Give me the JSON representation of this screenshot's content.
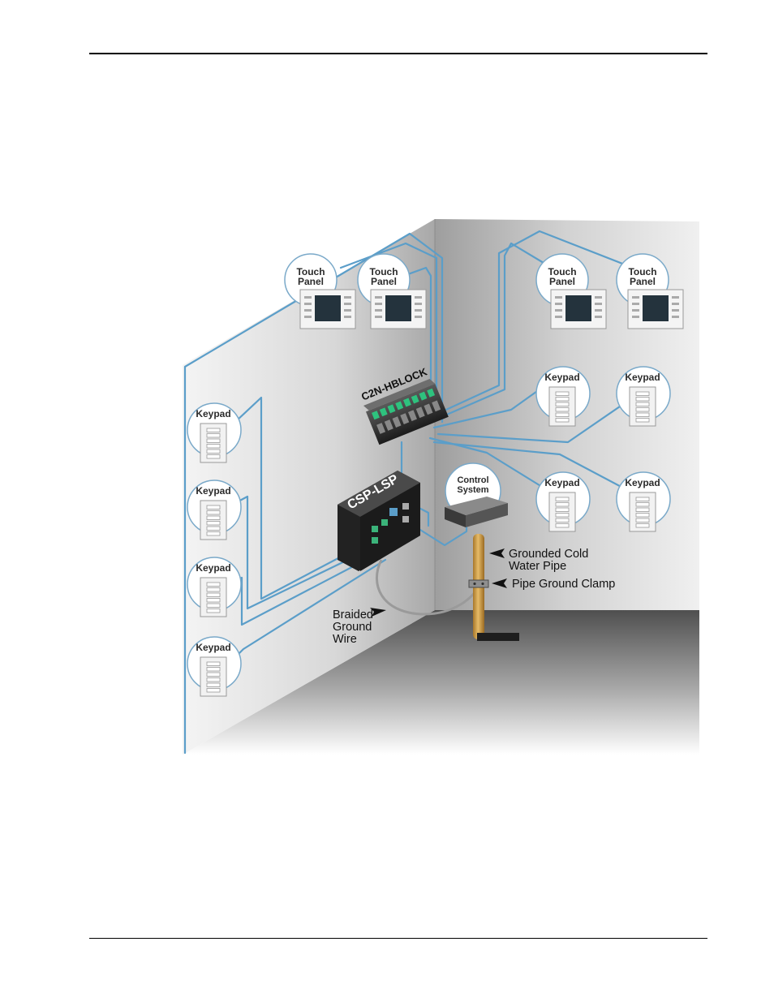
{
  "colors": {
    "cable": "#5b9ec9",
    "wall_light": "#e9e9e9",
    "wall_dark": "#b9b9b9",
    "pipe": "#d2a24c",
    "badge_bg": "#ffffff"
  },
  "labels": {
    "touch_panel_1": "Touch",
    "touch_panel_2": "Panel",
    "keypad": "Keypad",
    "control_1": "Control",
    "control_2": "System",
    "hblock": "C2N-HBLOCK",
    "csp": "CSP-LSP"
  },
  "callouts": {
    "pipe_line1": "Grounded Cold",
    "pipe_line2": "Water Pipe",
    "clamp": "Pipe Ground Clamp",
    "braid_line1": "Braided",
    "braid_line2": "Ground",
    "braid_line3": "Wire"
  }
}
